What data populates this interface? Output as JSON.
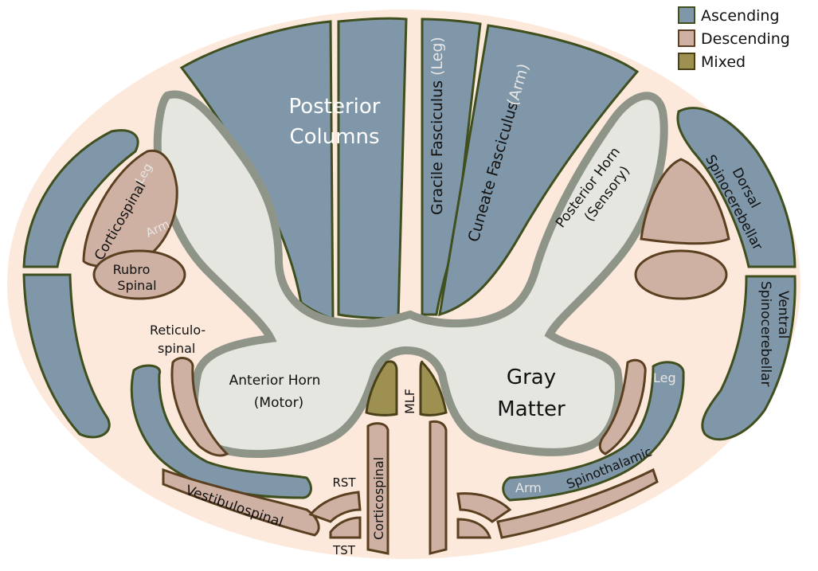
{
  "legend": {
    "items": [
      {
        "label": "Ascending",
        "color": "#7f97a8"
      },
      {
        "label": "Descending",
        "color": "#cfb1a3"
      },
      {
        "label": "Mixed",
        "color": "#9d9051"
      }
    ]
  },
  "colors": {
    "background": "#fde9dc",
    "gray_matter": "#e6e6e0",
    "gray_matter_border": "#8e9488",
    "ascending": "#7f97a8",
    "descending": "#cfb1a3",
    "mixed": "#9d9051"
  },
  "labels": {
    "posterior_columns_1": "Posterior",
    "posterior_columns_2": "Columns",
    "gracile": "Gracile Fasciculus",
    "gracile_leg": "(Leg)",
    "cuneate": "Cuneate Fasciculus",
    "cuneate_arm": "(Arm)",
    "posterior_horn_1": "Posterior Horn",
    "posterior_horn_2": "(Sensory)",
    "dorsal_1": "Dorsal",
    "dorsal_2": "Spinocerebellar",
    "ventral_1": "Ventral",
    "ventral_2": "Spinocerebellar",
    "corticospinal_lat": "Corticospinal",
    "leg": "Leg",
    "arm": "Arm",
    "rubro_1": "Rubro",
    "rubro_2": "Spinal",
    "reticulo_1": "Reticulo-",
    "reticulo_2": "spinal",
    "anterior_horn_1": "Anterior Horn",
    "anterior_horn_2": "(Motor)",
    "mlf": "MLF",
    "gray_1": "Gray",
    "gray_2": "Matter",
    "spino_leg": "Leg",
    "spino_arm": "Arm",
    "spinothalamic": "Spinothalamic",
    "vestibulospinal": "Vestibulospinal",
    "rst": "RST",
    "tst": "TST",
    "corticospinal_ant": "Corticospinal"
  }
}
